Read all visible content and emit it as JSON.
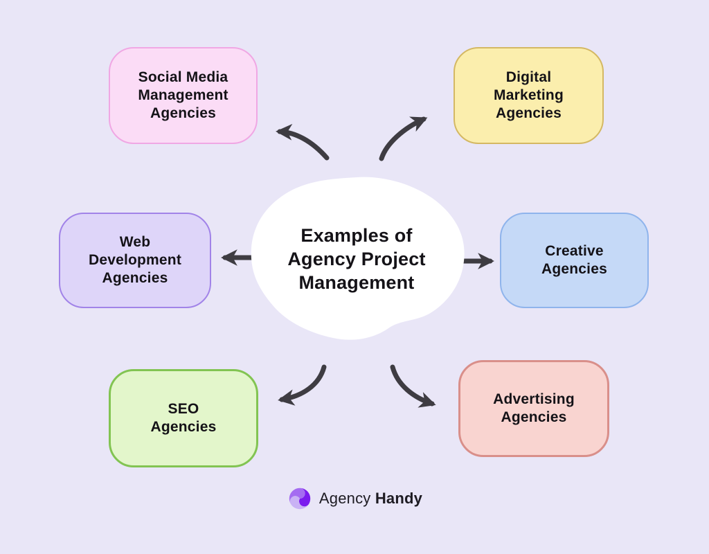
{
  "background_color": "#e9e6f7",
  "center": {
    "title": "Examples of\nAgency Project\nManagement",
    "blob_color": "#ffffff",
    "text_color": "#141217"
  },
  "nodes": [
    {
      "id": "social-media-management",
      "label": "Social Media\nManagement\nAgencies",
      "fill": "#fbdcf6",
      "border": "#f0a7e4"
    },
    {
      "id": "digital-marketing",
      "label": "Digital\nMarketing\nAgencies",
      "fill": "#fbeead",
      "border": "#d4b863"
    },
    {
      "id": "web-development",
      "label": "Web\nDevelopment\nAgencies",
      "fill": "#ded5f9",
      "border": "#a183e8"
    },
    {
      "id": "creative",
      "label": "Creative\nAgencies",
      "fill": "#c5d9f7",
      "border": "#8fb4ec"
    },
    {
      "id": "seo",
      "label": "SEO\nAgencies",
      "fill": "#e3f6cb",
      "border": "#82c452"
    },
    {
      "id": "advertising",
      "label": "Advertising\nAgencies",
      "fill": "#f9d4d0",
      "border": "#d98f8a"
    }
  ],
  "arrows": {
    "color": "#3e3c42"
  },
  "logo": {
    "text_regular": "Agency",
    "text_bold": "Handy",
    "icon_color_dark": "#7b1bee",
    "icon_color_medium": "#a46cf1",
    "icon_color_light": "#c9b2f5"
  }
}
